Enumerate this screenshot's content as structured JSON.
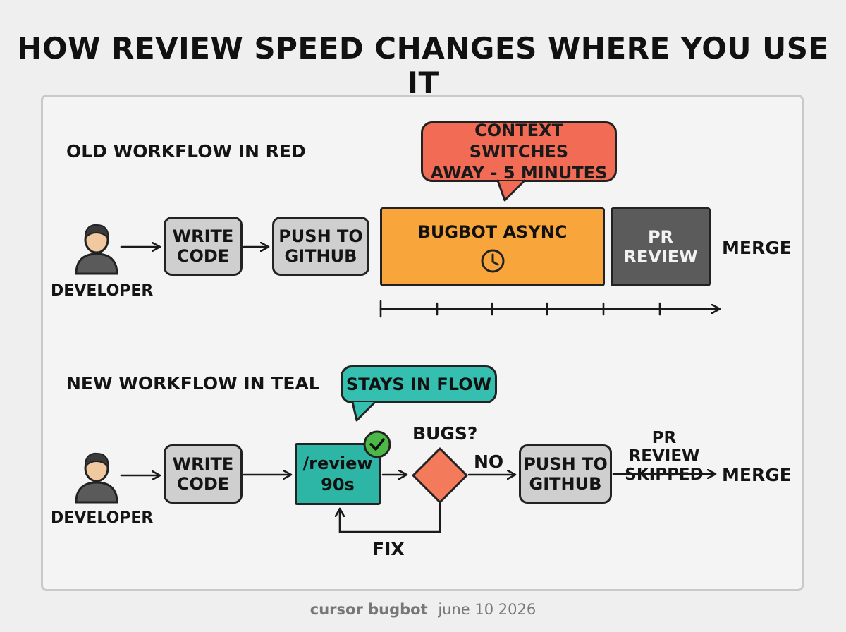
{
  "title": "HOW REVIEW SPEED CHANGES WHERE YOU USE IT",
  "old_workflow": {
    "label": "OLD WORKFLOW IN RED",
    "developer": "DEVELOPER",
    "write_code": "WRITE\nCODE",
    "push": "PUSH TO\nGITHUB",
    "bugbot": "BUGBOT ASYNC",
    "pr_review": "PR\nREVIEW",
    "merge": "MERGE",
    "callout": "CONTEXT SWITCHES\nAWAY - 5 MINUTES"
  },
  "new_workflow": {
    "label": "NEW WORKFLOW IN TEAL",
    "developer": "DEVELOPER",
    "write_code": "WRITE\nCODE",
    "review": "/review\n90s",
    "decision": "BUGS?",
    "no": "NO",
    "fix": "FIX",
    "push": "PUSH TO\nGITHUB",
    "skipped": "PR REVIEW\nSKIPPED",
    "merge": "MERGE",
    "callout": "STAYS IN FLOW"
  },
  "footer": {
    "brand": "cursor bugbot",
    "date": "june 10 2026"
  },
  "colors": {
    "old_callout": "#f26b55",
    "bugbot": "#f8a63c",
    "pr_review": "#5b5b5b",
    "teal": "#2db5a5",
    "decision": "#f47a5c",
    "check": "#4cb848",
    "box_gray": "#cfcfcf"
  }
}
